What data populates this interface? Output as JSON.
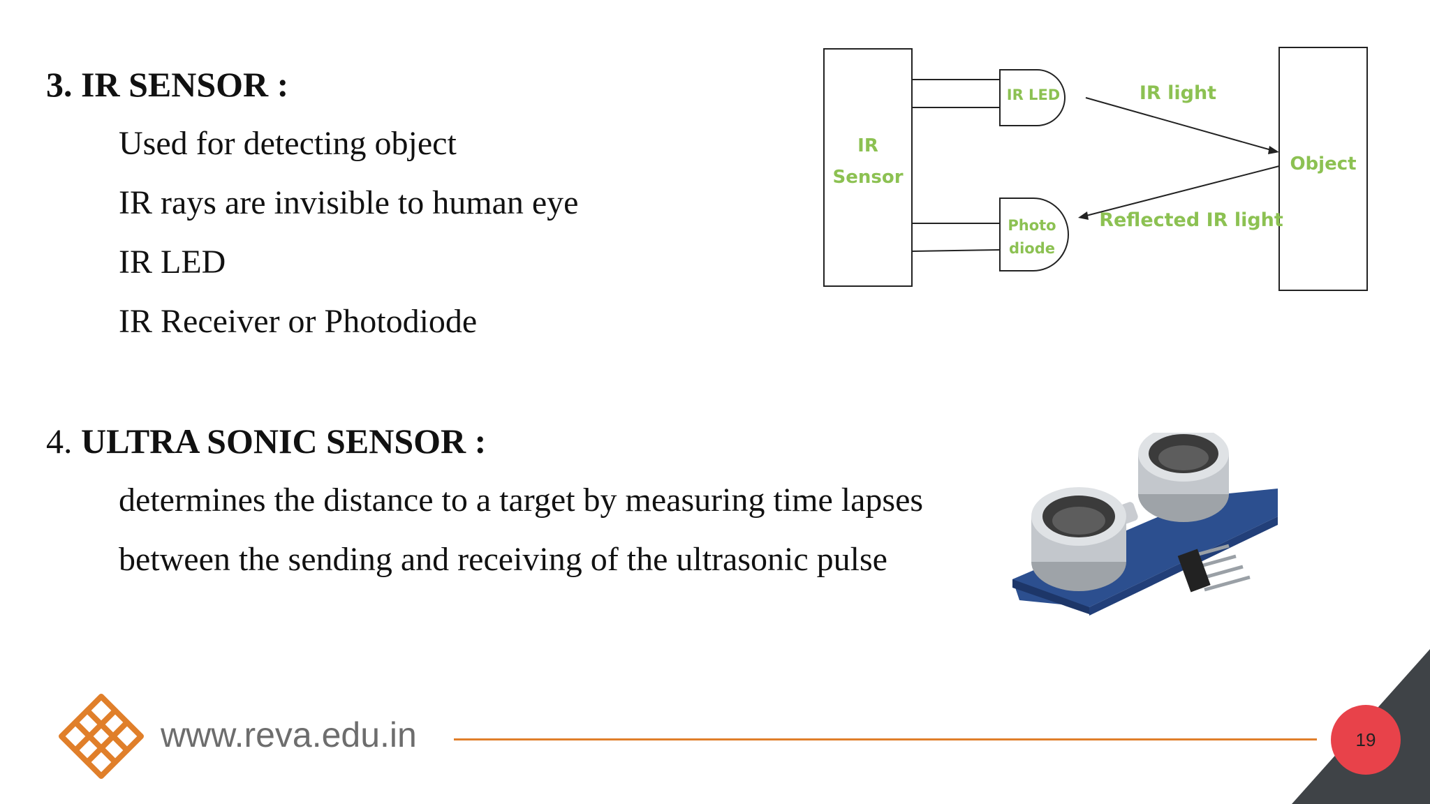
{
  "section3": {
    "heading": "3. IR SENSOR :",
    "bullets": [
      "Used for detecting object",
      "IR rays are invisible to human eye",
      "IR LED",
      "IR Receiver or Photodiode"
    ]
  },
  "diagram": {
    "sensor_line1": "IR",
    "sensor_line2": "Sensor",
    "led": "IR LED",
    "photo_line1": "Photo",
    "photo_line2": "diode",
    "object": "Object",
    "ir_light": "IR light",
    "reflected": "Reflected IR light",
    "accent_color": "#8cc152"
  },
  "section4": {
    "number": "4.",
    "title": "ULTRA SONIC SENSOR :",
    "lines": [
      "determines the distance to a target by measuring time lapses",
      "between the sending and receiving of the ultrasonic pulse"
    ]
  },
  "footer": {
    "url": "www.reva.edu.in",
    "page_number": "19",
    "accent_color": "#e07f2a",
    "badge_color": "#e8424a"
  }
}
